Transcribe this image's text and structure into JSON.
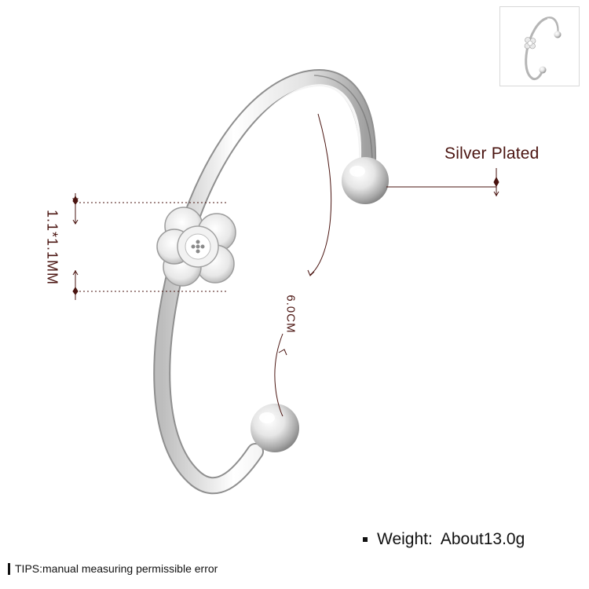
{
  "product": {
    "material": "Silver Plated",
    "size": "1.1*1.1MM",
    "diameter": "6.0CM",
    "weight_label": "Weight:",
    "weight_value": "About13.0g"
  },
  "tips": "TIPS:manual measuring permissible error",
  "colors": {
    "annotation": "#4a1410",
    "silver_light": "#f4f4f4",
    "silver_dark": "#9a9a9a",
    "text": "#111111"
  },
  "icons": [
    "bracelet-thumbnail",
    "flower-charm",
    "ball-end"
  ]
}
